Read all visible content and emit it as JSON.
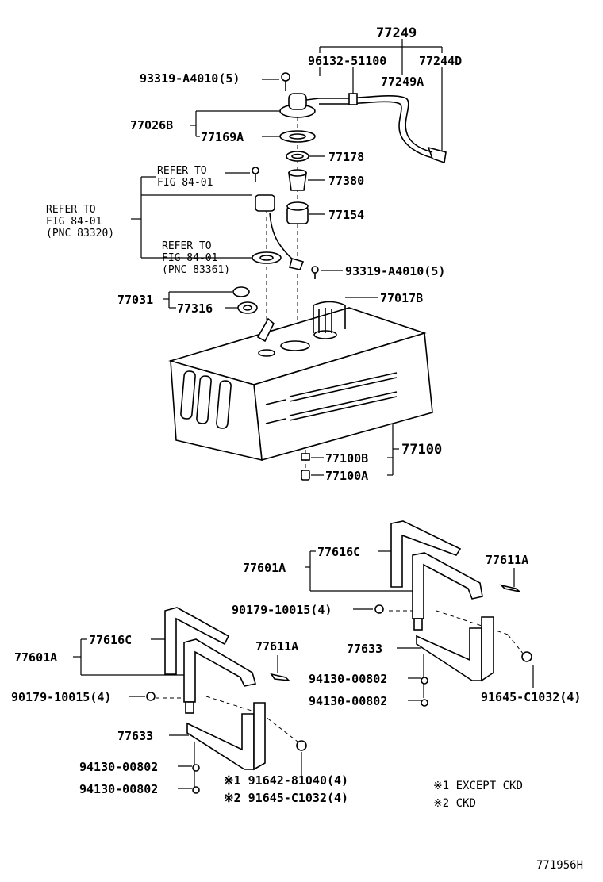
{
  "labels": {
    "p77249": "77249",
    "p96132": "96132-51100",
    "p77244d": "77244D",
    "p77249a": "77249A",
    "p93319_top": "93319-A4010(5)",
    "p77026b": "77026B",
    "p77169a": "77169A",
    "p77178": "77178",
    "p77380": "77380",
    "p77154": "77154",
    "p93319_mid": "93319-A4010(5)",
    "p77031": "77031",
    "p77316": "77316",
    "p77017b": "77017B",
    "p77100": "77100",
    "p77100b": "77100B",
    "p77100a": "77100A",
    "r_p77601a": "77601A",
    "r_p77616c": "77616C",
    "r_p77611a": "77611A",
    "r_p90179": "90179-10015(4)",
    "r_p77633": "77633",
    "r_p94130a": "94130-00802",
    "r_p94130b": "94130-00802",
    "r_p91645": "91645-C1032(4)",
    "l_p77601a": "77601A",
    "l_p77616c": "77616C",
    "l_p77611a": "77611A",
    "l_p90179": "90179-10015(4)",
    "l_p77633": "77633",
    "l_p94130a": "94130-00802",
    "l_p94130b": "94130-00802",
    "l_p91642": "※1  91642-81040(4)",
    "l_p91645": "※2  91645-C1032(4)"
  },
  "references": {
    "ref1_l1": "REFER TO",
    "ref1_l2": "FIG 84-01",
    "ref2_l1": "REFER TO",
    "ref2_l2": "FIG 84-01",
    "ref2_l3": "(PNC 83320)",
    "ref3_l1": "REFER TO",
    "ref3_l2": "FIG 84-01",
    "ref3_l3": "(PNC 83361)"
  },
  "notes": {
    "n1": "※1 EXCEPT CKD",
    "n2": "※2 CKD"
  },
  "figure_id": "771956H"
}
